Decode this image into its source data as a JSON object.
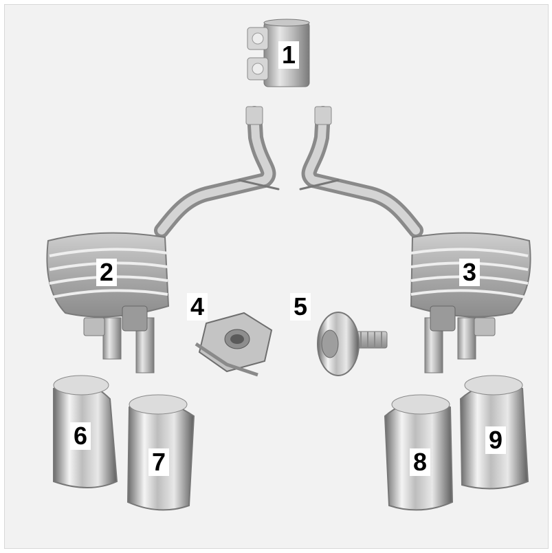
{
  "callouts": {
    "p1": "1",
    "p2": "2",
    "p3": "3",
    "p4": "4",
    "p5": "5",
    "p6": "6",
    "p7": "7",
    "p8": "8",
    "p9": "9"
  },
  "colors": {
    "background": "#f2f2f2",
    "metal_light": "#d9d9d9",
    "metal_mid": "#a8a8a8",
    "metal_dark": "#6e6e6e",
    "label_bg": "#ffffff"
  },
  "parts": [
    {
      "number": "1",
      "name": "clamp-icon"
    },
    {
      "number": "2",
      "name": "left-muffler-icon"
    },
    {
      "number": "3",
      "name": "right-muffler-icon"
    },
    {
      "number": "4",
      "name": "clip-nut-icon"
    },
    {
      "number": "5",
      "name": "screw-icon"
    },
    {
      "number": "6",
      "name": "tailpipe-tip-icon"
    },
    {
      "number": "7",
      "name": "tailpipe-tip-icon"
    },
    {
      "number": "8",
      "name": "tailpipe-tip-icon"
    },
    {
      "number": "9",
      "name": "tailpipe-tip-icon"
    }
  ]
}
